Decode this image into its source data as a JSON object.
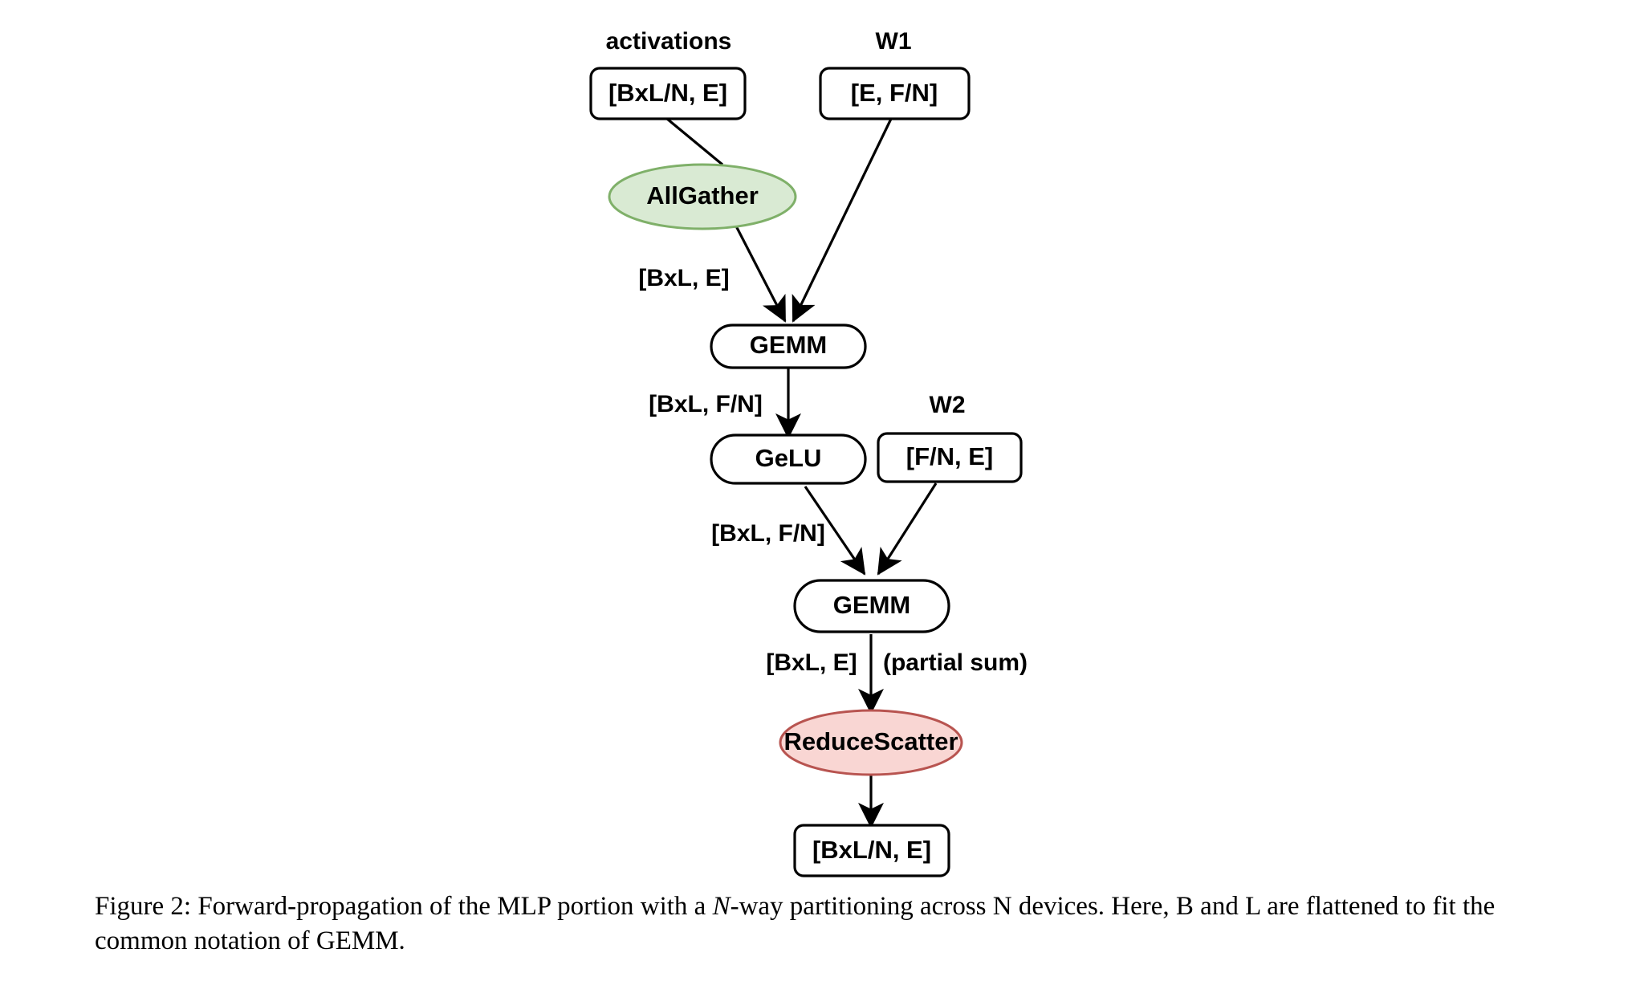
{
  "figure": {
    "caption_prefix": "Figure 2:",
    "caption_part1": " Forward-propagation of the MLP portion with a ",
    "caption_italic": "N",
    "caption_part2": "-way partitioning across N devices.  Here, B and L are flattened to fit the common notation of GEMM."
  },
  "headers": {
    "activations": "activations",
    "w1": "W1",
    "w2": "W2"
  },
  "nodes": {
    "input_activations": "[BxL/N, E]",
    "w1_shape": "[E, F/N]",
    "allgather": "AllGather",
    "gemm1": "GEMM",
    "gelu": "GeLU",
    "w2_shape": "[F/N, E]",
    "gemm2": "GEMM",
    "reducescatter": "ReduceScatter",
    "output": "[BxL/N, E]"
  },
  "edge_labels": {
    "after_allgather": "[BxL, E]",
    "after_gemm1": "[BxL, F/N]",
    "after_gelu": "[BxL, F/N]",
    "after_gemm2": "[BxL, E]",
    "partial_sum": "(partial sum)"
  },
  "colors": {
    "allgather_fill": "#d9ead3",
    "allgather_stroke": "#7fb069",
    "reducescatter_fill": "#f9d6d3",
    "reducescatter_stroke": "#b85450",
    "node_stroke": "#000000",
    "node_fill": "#ffffff",
    "background": "#ffffff"
  }
}
